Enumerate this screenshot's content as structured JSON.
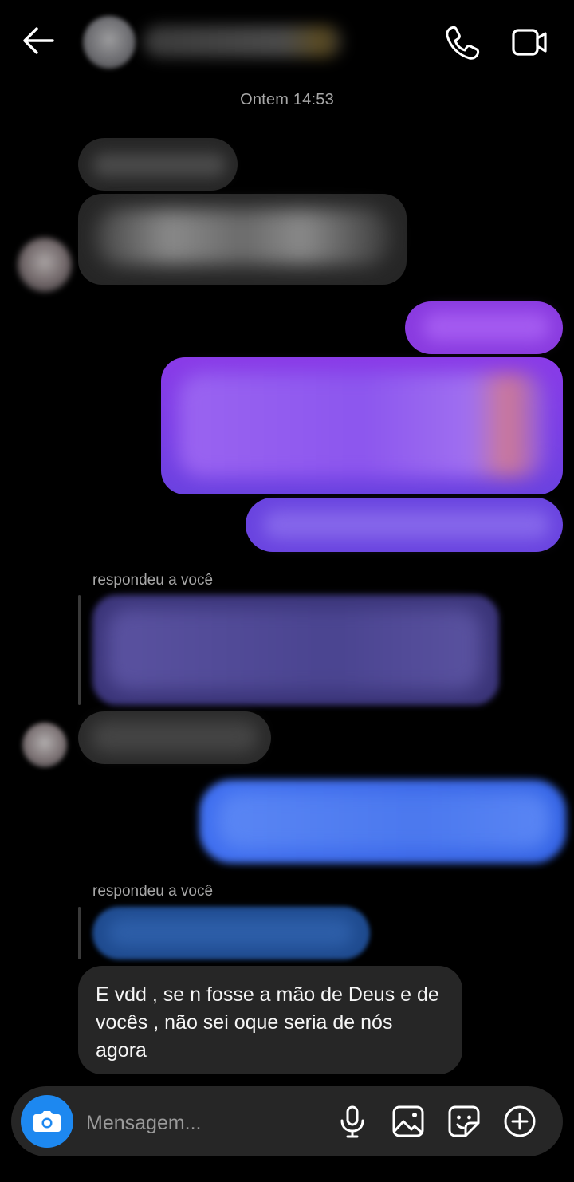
{
  "header": {
    "timestamp": "Ontem 14:53",
    "icons": {
      "back": "arrow-left-icon",
      "call": "phone-icon",
      "video": "video-camera-icon"
    }
  },
  "messages": [
    {
      "type": "received-blurred"
    },
    {
      "type": "received-blurred"
    },
    {
      "type": "sent-blurred",
      "color": "#8a3be0"
    },
    {
      "type": "sent-blurred",
      "color": "#7a3ee6"
    },
    {
      "type": "sent-blurred",
      "color": "#6a44e0"
    },
    {
      "type": "reply",
      "reply_label": "respondeu a você"
    },
    {
      "type": "received-blurred"
    },
    {
      "type": "sent-blurred",
      "color": "#3a66e8"
    },
    {
      "type": "reply",
      "reply_label": "respondeu a você"
    },
    {
      "type": "received",
      "text": "E vdd , se n fosse a mão de Deus e de vocês , não sei oque seria de nós agora"
    }
  ],
  "composer": {
    "placeholder": "Mensagem...",
    "camera_color": "#1d88f0",
    "icons": [
      "camera-icon",
      "microphone-icon",
      "image-icon",
      "sticker-icon",
      "plus-circle-icon"
    ]
  }
}
